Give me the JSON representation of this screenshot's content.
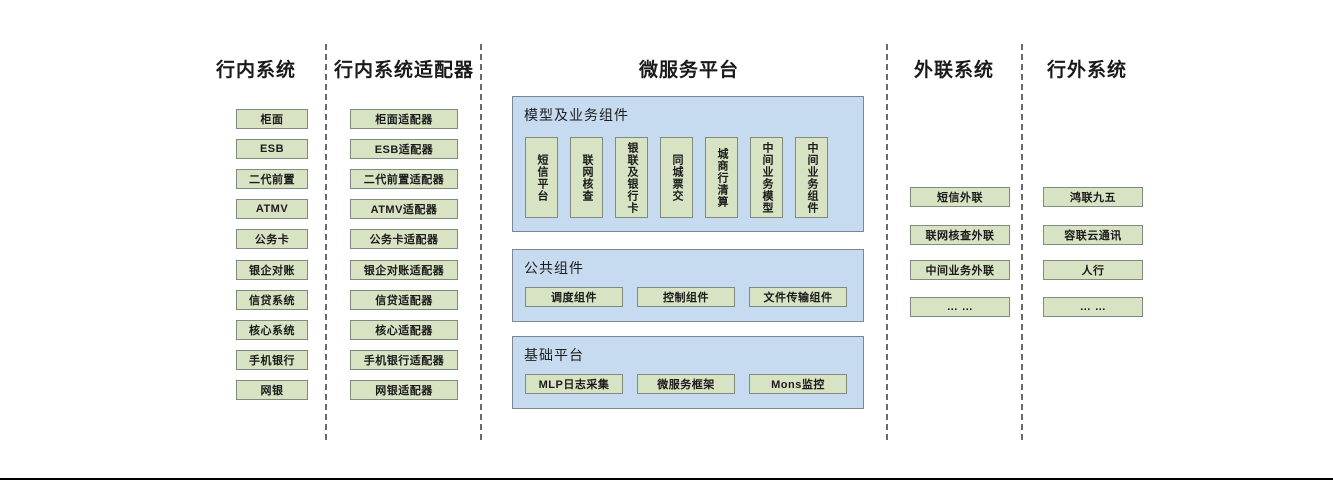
{
  "columns": [
    {
      "id": "in-bank-systems",
      "title": "行内系统",
      "items": [
        "柜面",
        "ESB",
        "二代前置",
        "ATMV",
        "公务卡",
        "银企对账",
        "信贷系统",
        "核心系统",
        "手机银行",
        "网银"
      ]
    },
    {
      "id": "in-bank-adapters",
      "title": "行内系统适配器",
      "items": [
        "柜面适配器",
        "ESB适配器",
        "二代前置适配器",
        "ATMV适配器",
        "公务卡适配器",
        "银企对账适配器",
        "信贷适配器",
        "核心适配器",
        "手机银行适配器",
        "网银适配器"
      ]
    },
    {
      "id": "external-link-systems",
      "title": "外联系统",
      "items": [
        "短信外联",
        "联网核查外联",
        "中间业务外联",
        "… …"
      ]
    },
    {
      "id": "outside-bank-systems",
      "title": "行外系统",
      "items": [
        "鸿联九五",
        "容联云通讯",
        "人行",
        "… …"
      ]
    }
  ],
  "platform": {
    "title": "微服务平台",
    "panels": [
      {
        "id": "model-business-components",
        "title": "模型及业务组件",
        "orientation": "vertical",
        "items": [
          "短信平台",
          "联网核查",
          "银联及银行卡",
          "同城票交",
          "城商行清算",
          "中间业务模型",
          "中间业务组件"
        ]
      },
      {
        "id": "public-components",
        "title": "公共组件",
        "orientation": "horizontal",
        "items": [
          "调度组件",
          "控制组件",
          "文件传输组件"
        ]
      },
      {
        "id": "base-platform",
        "title": "基础平台",
        "orientation": "horizontal",
        "items": [
          "MLP日志采集",
          "微服务框架",
          "Mons监控"
        ]
      }
    ]
  },
  "colors": {
    "leaf_fill": "#d7e3c3",
    "leaf_border": "#808b80",
    "panel_fill": "#c7dbf0",
    "panel_border": "#7d8794",
    "divider": "#6b6b6b",
    "text": "#1a1a1a",
    "background": "#ffffff"
  }
}
